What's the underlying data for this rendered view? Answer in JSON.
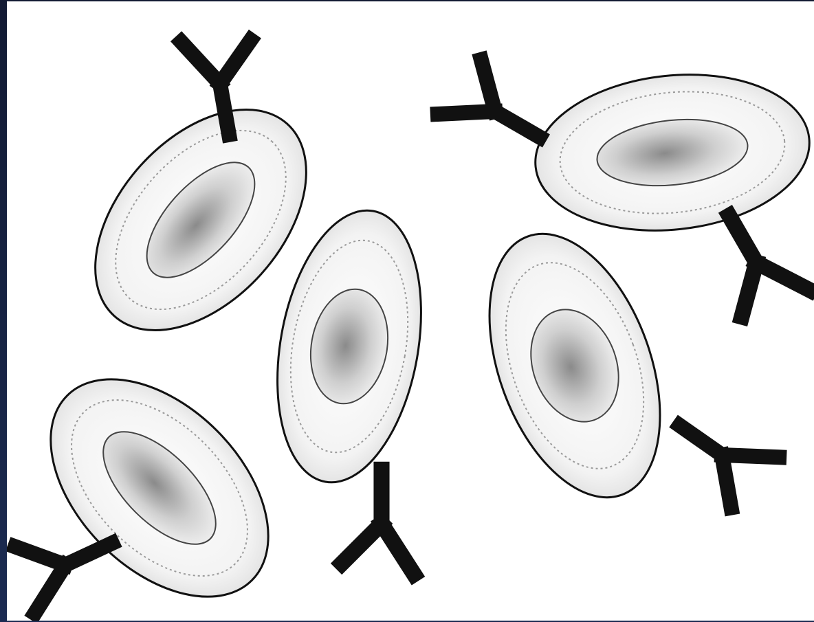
{
  "figure": {
    "subject": "red-blood-cell",
    "antibody_shape": "Y",
    "background_color": "#ffffff",
    "frame_color": "#121a33",
    "ink_color": "#111111"
  },
  "cells": [
    {
      "id": "rbc-upper-left"
    },
    {
      "id": "rbc-center"
    },
    {
      "id": "rbc-lower-left"
    },
    {
      "id": "rbc-upper-right"
    },
    {
      "id": "rbc-middle-right"
    }
  ],
  "antibodies": [
    {
      "id": "antibody-top"
    },
    {
      "id": "antibody-upper-right-left"
    },
    {
      "id": "antibody-right"
    },
    {
      "id": "antibody-lower-right"
    },
    {
      "id": "antibody-bottom-center"
    },
    {
      "id": "antibody-bottom-left"
    }
  ]
}
